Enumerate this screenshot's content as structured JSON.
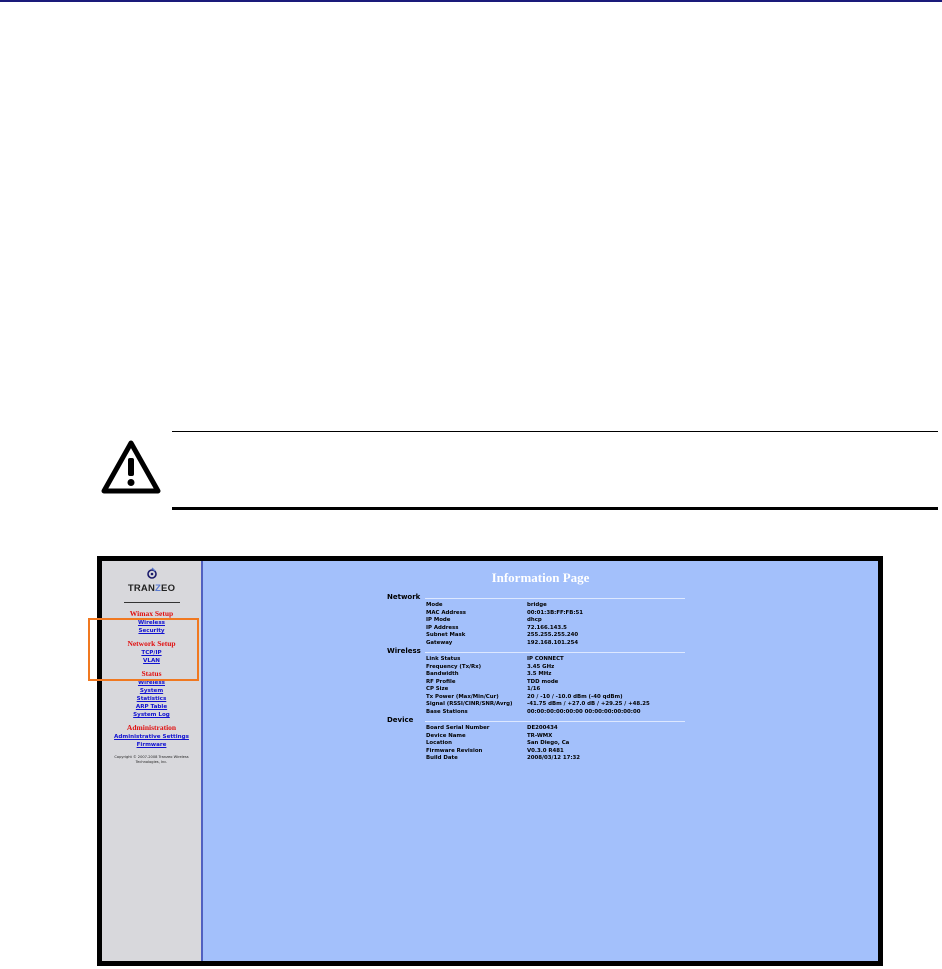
{
  "sidebar": {
    "logo_text_a": "TRAN",
    "logo_text_b": "Z",
    "logo_text_c": "EO",
    "sections": [
      {
        "title": "Wimax Setup",
        "links": [
          "Wireless",
          "Security"
        ]
      },
      {
        "title": "Network Setup",
        "links": [
          "TCP/IP",
          "VLAN"
        ]
      },
      {
        "title": "Status",
        "links": [
          "Wireless",
          "System",
          "Statistics",
          "ARP Table",
          "System Log"
        ]
      },
      {
        "title": "Administration",
        "links": [
          "Administrative Settings",
          "Firmware"
        ]
      }
    ],
    "copyright": "Copyright © 2007-2008 Tranzeo Wireless Technologies, Inc."
  },
  "main": {
    "title": "Information Page",
    "groups": [
      {
        "name": "Network",
        "rows": [
          {
            "k": "Mode",
            "v": "bridge"
          },
          {
            "k": "MAC Address",
            "v": "00:01:3B:FF:FB:51"
          },
          {
            "k": "IP Mode",
            "v": "dhcp"
          },
          {
            "k": "IP Address",
            "v": "72.166.143.5"
          },
          {
            "k": "Subnet Mask",
            "v": "255.255.255.240"
          },
          {
            "k": "Gateway",
            "v": "192.168.101.254"
          }
        ]
      },
      {
        "name": "Wireless",
        "rows": [
          {
            "k": "Link Status",
            "v": "IP CONNECT"
          },
          {
            "k": "Frequency (Tx/Rx)",
            "v": "3.45 GHz"
          },
          {
            "k": "Bandwidth",
            "v": "3.5 MHz"
          },
          {
            "k": "RF Profile",
            "v": "TDD mode"
          },
          {
            "k": "CP Size",
            "v": "1/16"
          },
          {
            "k": "Tx Power (Max/Min/Cur)",
            "v": "20 / -10 / -10.0 dBm (-40 qdBm)"
          },
          {
            "k": "Signal (RSSI/CINR/SNR/Avrg)",
            "v": "-41.75 dBm / +27.0 dB / +29.25 / +48.25"
          },
          {
            "k": "Base Stations",
            "v": "00:00:00:00:00:00 00:00:00:00:00:00"
          }
        ]
      },
      {
        "name": "Device",
        "rows": [
          {
            "k": "Board Serial Number",
            "v": "DE200434"
          },
          {
            "k": "Device Name",
            "v": "TR-WMX"
          },
          {
            "k": "Location",
            "v": "San Diego, Ca"
          },
          {
            "k": "Firmware Revision",
            "v": "V0.3.0 R481"
          },
          {
            "k": "Build Date",
            "v": "2008/03/12 17:32"
          }
        ]
      }
    ]
  },
  "colors": {
    "section_heading": "#e01010",
    "link": "#1010d0",
    "main_bg": "#a3c0fb",
    "sidebar_bg": "#d8d8dc",
    "highlight_box": "#f07820"
  },
  "icons": {
    "warning": "warning-triangle-icon"
  }
}
